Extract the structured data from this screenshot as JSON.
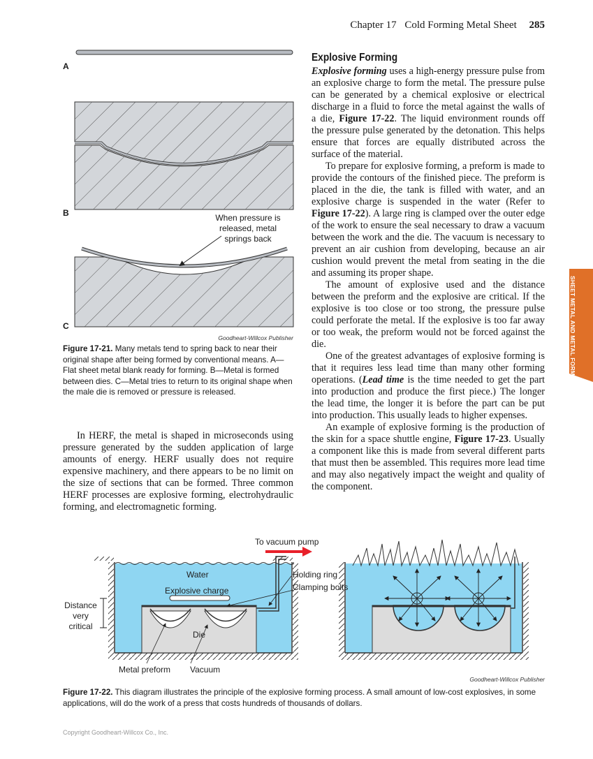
{
  "header": {
    "chapter": "Chapter 17",
    "chapter_title": "Cold Forming Metal Sheet",
    "page_number": "285"
  },
  "side_tab": {
    "text": "SHEET METAL AND METAL FORMING",
    "color": "#e07028"
  },
  "figure_21": {
    "labels": {
      "a": "A",
      "b": "B",
      "c": "C"
    },
    "callout": [
      "When pressure is",
      "released, metal",
      "springs back"
    ],
    "credit": "Goodheart-Willcox Publisher",
    "caption_label": "Figure 17-21.",
    "caption_text": " Many metals tend to spring back to near their original shape after being formed by conventional means. A—Flat sheet metal blank ready for forming. B—Metal is formed between dies. C—Metal tries to return to its original shape when the male die is removed or pressure is released."
  },
  "left_column": {
    "paragraph": "In HERF, the metal is shaped in microseconds using pressure generated by the sudden application of large amounts of energy. HERF usually does not require expensive machinery, and there appears to be no limit on the size of sections that can be formed. Three common HERF processes are explosive forming, electrohydraulic forming, and electromagnetic forming."
  },
  "right_column": {
    "heading": "Explosive Forming",
    "p1_term": "Explosive forming",
    "p1_a": " uses a high-energy pressure pulse from an explosive charge to form the metal. The pressure pulse can be generated by a chemical explosive or electrical discharge in a fluid to force the metal against the walls of a die, ",
    "p1_ref": "Figure 17-22",
    "p1_b": ". The liquid environment rounds off the pressure pulse generated by the detonation. This helps ensure that forces are equally distributed across the surface of the material.",
    "p2_a": "To prepare for explosive forming, a preform is made to provide the contours of the finished piece. The preform is placed in the die, the tank is filled with water, and an explosive charge is suspended in the water (Refer to ",
    "p2_ref": "Figure 17-22",
    "p2_b": "). A large ring is clamped over the outer edge of the work to ensure the seal necessary to draw a vacuum between the work and the die. The vacuum is necessary to prevent an air cushion from developing, because an air cushion would prevent the metal from seating in the die and assuming its proper shape.",
    "p3": "The amount of explosive used and the distance between the preform and the explosive are critical. If the explosive is too close or too strong, the pressure pulse could perforate the metal. If the explosive is too far away or too weak, the preform would not be forced against the die.",
    "p4_a": "One of the greatest advantages of explosive forming is that it requires less lead time than many other forming operations. (",
    "p4_term": "Lead time",
    "p4_b": " is the time needed to get the part into production and produce the first piece.) The longer the lead time, the longer it is before the part can be put into production. This usually leads to higher expenses.",
    "p5_a": "An example of explosive forming is the production of the skin for a space shuttle engine, ",
    "p5_ref": "Figure 17-23",
    "p5_b": ". Usually a component like this is made from several different parts that must then be assembled. This requires more lead time and may also negatively impact the weight and quality of the component."
  },
  "figure_22": {
    "labels": {
      "vacuum_pump": "To vacuum pump",
      "water": "Water",
      "explosive_charge": "Explosive charge",
      "holding_ring": "Holding ring",
      "clamping_bolts": "Clamping bolts",
      "distance": [
        "Distance",
        "very",
        "critical"
      ],
      "die": "Die",
      "metal_preform": "Metal preform",
      "vacuum": "Vacuum"
    },
    "colors": {
      "water": "#8fd6f2",
      "die": "#dcdcdc",
      "arrow": "#e8202a"
    },
    "credit": "Goodheart-Willcox Publisher",
    "caption_label": "Figure 17-22.",
    "caption_text": " This diagram illustrates the principle of the explosive forming process. A small amount of low-cost explosives, in some applications, will do the work of a press that costs hundreds of thousands of dollars."
  },
  "footer": {
    "copyright": "Copyright Goodheart-Willcox Co., Inc."
  }
}
